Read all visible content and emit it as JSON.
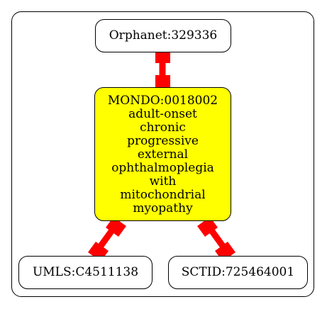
{
  "diagram": {
    "nodes": {
      "orphanet": {
        "label": "Orphanet:329336"
      },
      "mondo": {
        "id": "MONDO:0018002",
        "name_lines": [
          "adult-onset",
          "chronic",
          "progressive",
          "external",
          "ophthalmoplegia",
          "with",
          "mitochondrial",
          "myopathy"
        ],
        "fill_color": "#ffff00"
      },
      "umls": {
        "label": "UMLS:C4511138"
      },
      "sctid": {
        "label": "SCTID:725464001"
      }
    },
    "edges": [
      {
        "from": "orphanet",
        "to": "mondo",
        "color": "#ff0000",
        "style": "bidirectional-box-arrows"
      },
      {
        "from": "mondo",
        "to": "umls",
        "color": "#ff0000",
        "style": "bidirectional-box-arrows"
      },
      {
        "from": "mondo",
        "to": "sctid",
        "color": "#ff0000",
        "style": "bidirectional-box-arrows"
      }
    ]
  }
}
